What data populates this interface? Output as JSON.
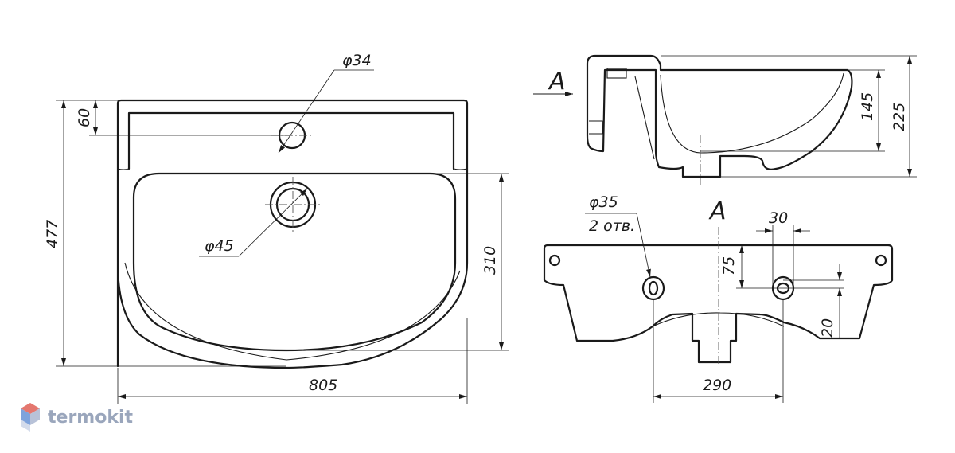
{
  "views": {
    "top": {
      "dims": {
        "width": "805",
        "depth": "477",
        "ledge": "60",
        "bowl_depth": "310",
        "tap_hole": "φ34",
        "drain_hole": "φ45"
      }
    },
    "side": {
      "view_marker": "A",
      "dims": {
        "bowl_height": "145",
        "total_height": "225"
      }
    },
    "front": {
      "section_label": "A",
      "hole_dia": "φ35",
      "hole_count": "2 отв.",
      "dims": {
        "hole_spacing": "30",
        "hole_drop": "75",
        "hole_offset": "20",
        "mount_spacing": "290"
      }
    }
  },
  "watermark": {
    "text": "termokit",
    "colors": [
      "#e4776f",
      "#7ea3dc",
      "#b8c2d8"
    ]
  }
}
